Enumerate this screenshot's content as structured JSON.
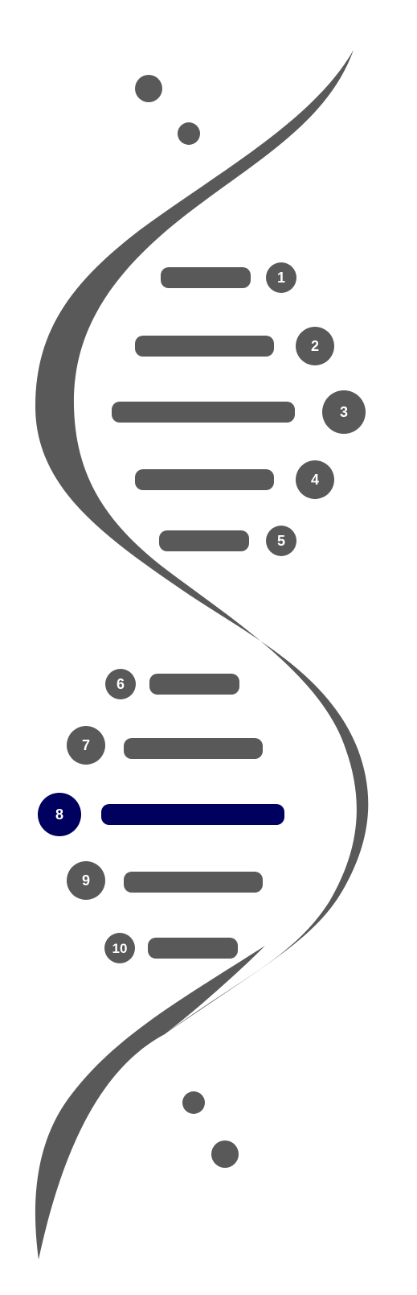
{
  "colors": {
    "background": "#ffffff",
    "strand": "#595959",
    "rung": "#595959",
    "badge": "#595959",
    "highlight": "#00005e",
    "badge_text": "#ffffff"
  },
  "highlighted_step": "8",
  "steps": [
    {
      "number": "1"
    },
    {
      "number": "2"
    },
    {
      "number": "3"
    },
    {
      "number": "4"
    },
    {
      "number": "5"
    },
    {
      "number": "6"
    },
    {
      "number": "7"
    },
    {
      "number": "8"
    },
    {
      "number": "9"
    },
    {
      "number": "10"
    }
  ]
}
